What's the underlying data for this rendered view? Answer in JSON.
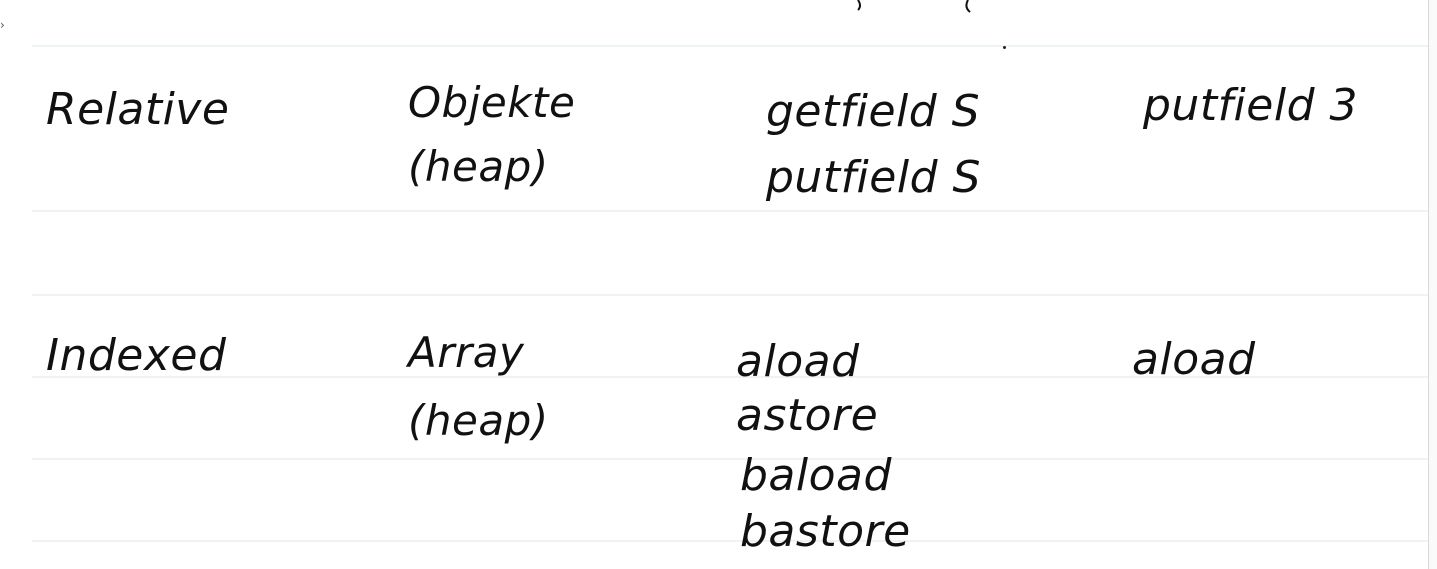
{
  "edge_glyph": "›",
  "rows": [
    {
      "mode": "Relative",
      "memory": [
        "Objekte",
        "(heap)"
      ],
      "instructions": [
        "getfield S",
        "putfield S"
      ],
      "example": "putfield 3"
    },
    {
      "mode": "Indexed",
      "memory": [
        "Array",
        "(heap)"
      ],
      "instructions": [
        "aload",
        "astore",
        "baload",
        "bastore"
      ],
      "example": "aload"
    }
  ],
  "colors": {
    "ink": "#111111",
    "ruling": "#eef3f6",
    "paper": "#ffffff"
  }
}
